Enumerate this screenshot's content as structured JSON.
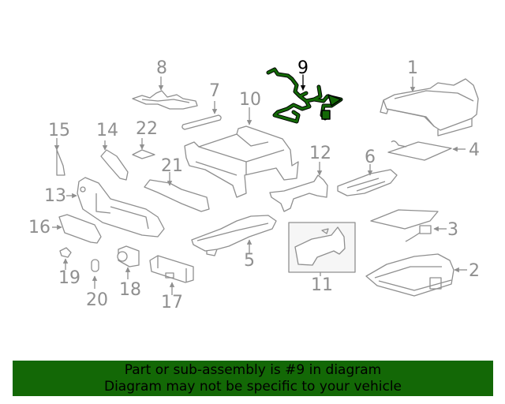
{
  "diagram": {
    "highlighted_part": "9",
    "colors": {
      "line": "#8f8f8f",
      "highlight_fill": "#136806",
      "highlight_stroke": "#000000",
      "banner_bg": "#136806",
      "banner_text": "#000000"
    },
    "callouts": [
      {
        "id": "1",
        "label": "1"
      },
      {
        "id": "2",
        "label": "2"
      },
      {
        "id": "3",
        "label": "3"
      },
      {
        "id": "4",
        "label": "4"
      },
      {
        "id": "5",
        "label": "5"
      },
      {
        "id": "6",
        "label": "6"
      },
      {
        "id": "7",
        "label": "7"
      },
      {
        "id": "8",
        "label": "8"
      },
      {
        "id": "9",
        "label": "9"
      },
      {
        "id": "10",
        "label": "10"
      },
      {
        "id": "11",
        "label": "11"
      },
      {
        "id": "12",
        "label": "12"
      },
      {
        "id": "13",
        "label": "13"
      },
      {
        "id": "14",
        "label": "14"
      },
      {
        "id": "15",
        "label": "15"
      },
      {
        "id": "16",
        "label": "16"
      },
      {
        "id": "17",
        "label": "17"
      },
      {
        "id": "18",
        "label": "18"
      },
      {
        "id": "19",
        "label": "19"
      },
      {
        "id": "20",
        "label": "20"
      },
      {
        "id": "21",
        "label": "21"
      },
      {
        "id": "22",
        "label": "22"
      }
    ]
  },
  "banner": {
    "line1": "Part or sub-assembly is #9 in diagram",
    "line2": "Diagram may not be specific to your vehicle"
  }
}
